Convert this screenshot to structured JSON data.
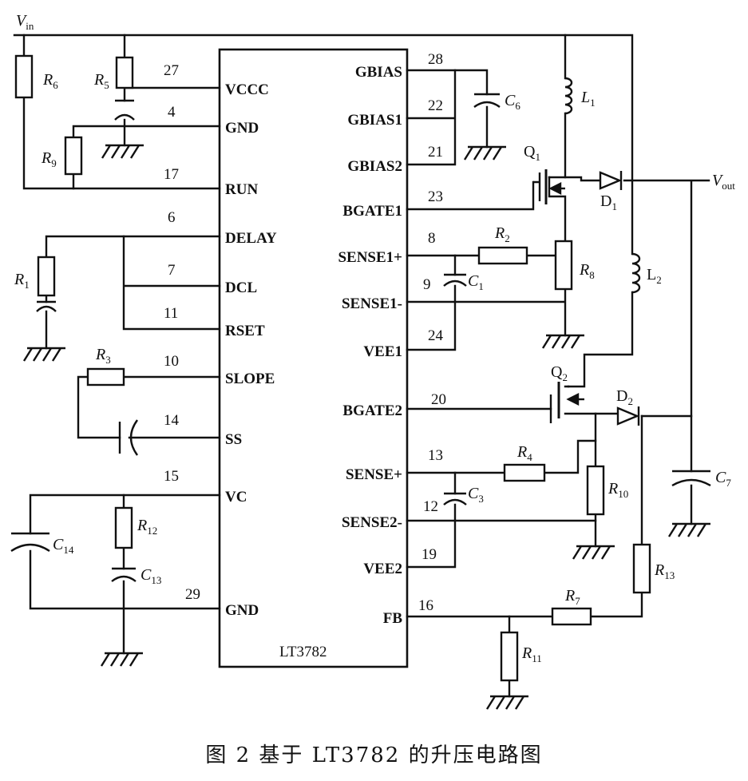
{
  "chip": "LT3782",
  "left_pins": [
    {
      "name": "VCCC",
      "num": "27"
    },
    {
      "name": "GND",
      "num": "4"
    },
    {
      "name": "RUN",
      "num": "17"
    },
    {
      "name": "DELAY",
      "num": "6"
    },
    {
      "name": "DCL",
      "num": "7"
    },
    {
      "name": "RSET",
      "num": "11"
    },
    {
      "name": "SLOPE",
      "num": "10"
    },
    {
      "name": "SS",
      "num": "14"
    },
    {
      "name": "VC",
      "num": "15"
    },
    {
      "name": "GND",
      "num": "29"
    }
  ],
  "right_pins": [
    {
      "name": "GBIAS",
      "num": "28"
    },
    {
      "name": "GBIAS1",
      "num": "22"
    },
    {
      "name": "GBIAS2",
      "num": "21"
    },
    {
      "name": "BGATE1",
      "num": "23"
    },
    {
      "name": "SENSE1+",
      "num": "8"
    },
    {
      "name": "SENSE1-",
      "num": "9"
    },
    {
      "name": "VEE1",
      "num": "24"
    },
    {
      "name": "BGATE2",
      "num": "20"
    },
    {
      "name": "SENSE+",
      "num": "13"
    },
    {
      "name": "SENSE2-",
      "num": "12"
    },
    {
      "name": "VEE2",
      "num": "19"
    },
    {
      "name": "FB",
      "num": "16"
    }
  ],
  "labels": {
    "vin": {
      "main": "V",
      "sub": "in"
    },
    "vout": {
      "main": "V",
      "sub": "out"
    },
    "R6": {
      "main": "R",
      "sub": "6"
    },
    "R5": {
      "main": "R",
      "sub": "5"
    },
    "R9": {
      "main": "R",
      "sub": "9"
    },
    "R1": {
      "main": "R",
      "sub": "1"
    },
    "R3": {
      "main": "R",
      "sub": "3"
    },
    "R12": {
      "main": "R",
      "sub": "12"
    },
    "C13": {
      "main": "C",
      "sub": "13"
    },
    "C14": {
      "main": "C",
      "sub": "14"
    },
    "C6": {
      "main": "C",
      "sub": "6"
    },
    "L1": {
      "main": "L",
      "sub": "1"
    },
    "Q1": {
      "main": "Q",
      "sub": "1"
    },
    "D1": {
      "main": "D",
      "sub": "1"
    },
    "R2": {
      "main": "R",
      "sub": "2"
    },
    "R8": {
      "main": "R",
      "sub": "8"
    },
    "C1": {
      "main": "C",
      "sub": "1"
    },
    "L2": {
      "main": "L",
      "sub": "2"
    },
    "Q2": {
      "main": "Q",
      "sub": "2"
    },
    "D2": {
      "main": "D",
      "sub": "2"
    },
    "R4": {
      "main": "R",
      "sub": "4"
    },
    "C3": {
      "main": "C",
      "sub": "3"
    },
    "R10": {
      "main": "R",
      "sub": "10"
    },
    "C7": {
      "main": "C",
      "sub": "7"
    },
    "R13": {
      "main": "R",
      "sub": "13"
    },
    "R7": {
      "main": "R",
      "sub": "7"
    },
    "R11": {
      "main": "R",
      "sub": "11"
    }
  },
  "caption": "图 2  基于 LT3782 的升压电路图"
}
